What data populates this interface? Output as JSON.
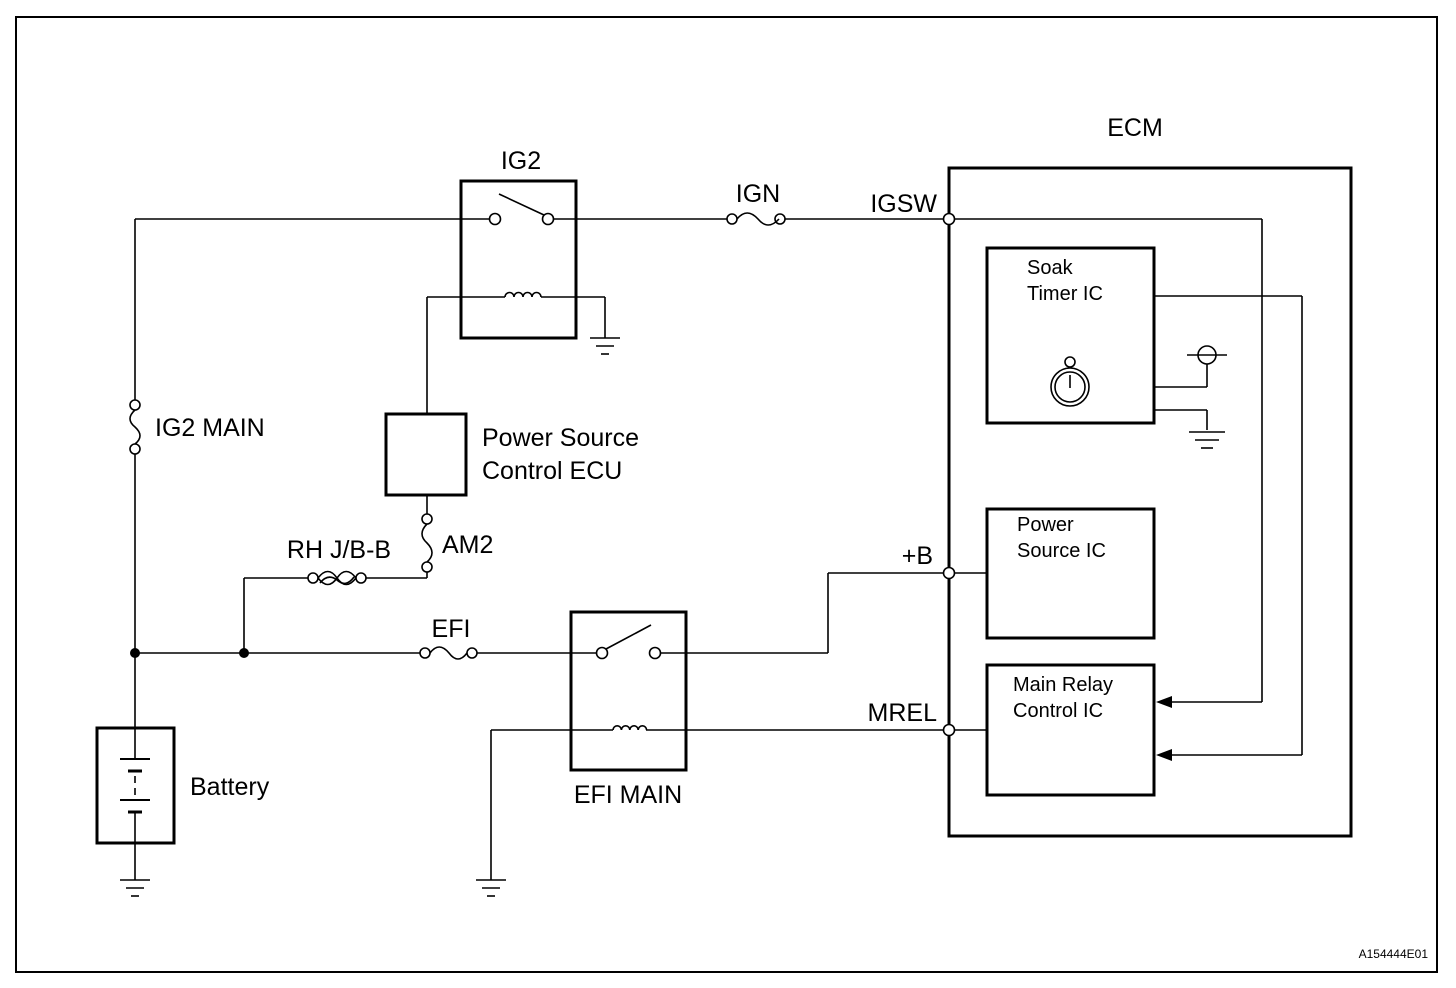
{
  "diagram": {
    "ecm_label": "ECM",
    "ig2_relay_label": "IG2",
    "ign_fuse_label": "IGN",
    "igsw_terminal_label": "IGSW",
    "ig2_main_fuse_label": "IG2 MAIN",
    "power_source_ecu_label_line1": "Power Source",
    "power_source_ecu_label_line2": "Control ECU",
    "rh_jb_label": "RH J/B-B",
    "am2_fuse_label": "AM2",
    "efi_fuse_label": "EFI",
    "efi_main_relay_label": "EFI MAIN",
    "battery_label": "Battery",
    "plus_b_terminal_label": "+B",
    "mrel_terminal_label": "MREL",
    "soak_timer_ic_line1": "Soak",
    "soak_timer_ic_line2": "Timer IC",
    "power_source_ic_line1": "Power",
    "power_source_ic_line2": "Source IC",
    "main_relay_ic_line1": "Main Relay",
    "main_relay_ic_line2": "Control IC",
    "figure_code": "A154444E01"
  }
}
